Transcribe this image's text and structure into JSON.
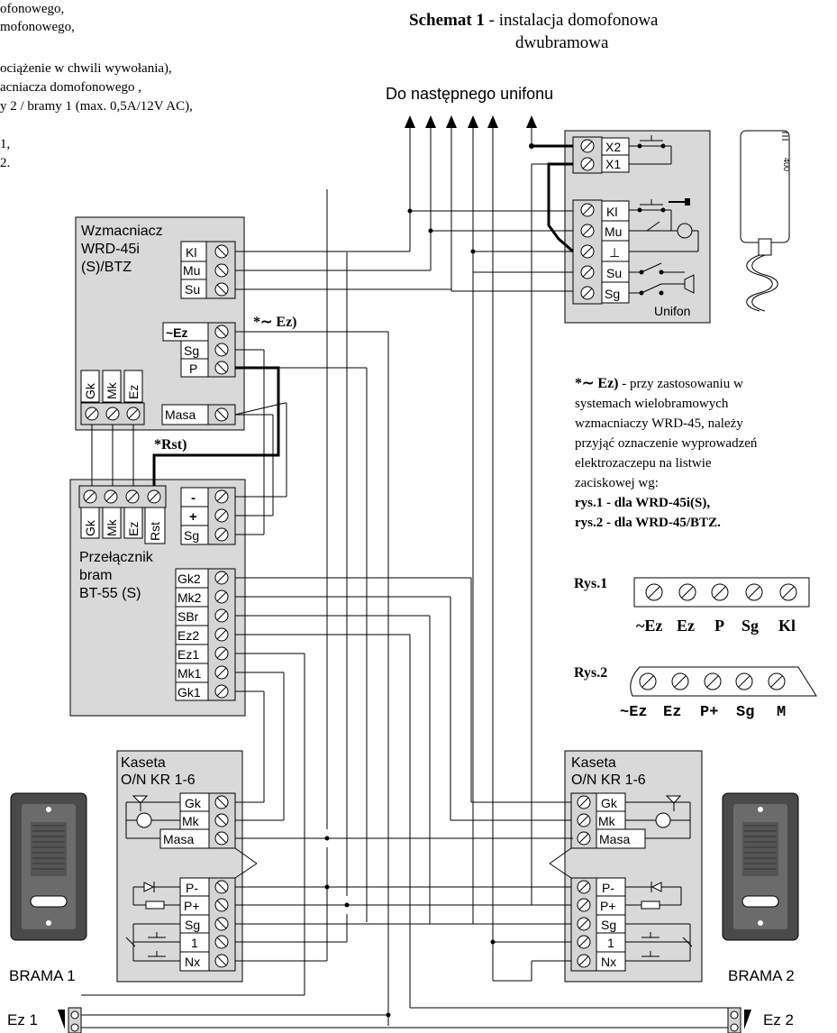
{
  "top_left_text": [
    "ofonowego,",
    "mofonowego,",
    "ociążenie w chwili wywołania),",
    "acniacza domofonowego ,",
    "y 2 / bramy 1 (max. 0,5A/12V AC),",
    "1,",
    "2."
  ],
  "title": {
    "bold": "Schemat 1",
    "rest": " - instalacja domofonowa",
    "line2": "dwubramowa"
  },
  "next_unifon": "Do następnego unifonu",
  "unifon": {
    "name": "Unifon",
    "top_terminals": [
      "X2",
      "X1"
    ],
    "terminals": [
      "Kl",
      "Mu",
      "⊥",
      "Su",
      "Sg"
    ]
  },
  "amplifier": {
    "name_lines": [
      "Wzmacniacz",
      "WRD-45i",
      "(S)/BTZ"
    ],
    "right_terminals_top": [
      "Kl",
      "Mu",
      "Su"
    ],
    "right_terminals_mid": [
      "~Ez",
      "Sg",
      "P"
    ],
    "masa": "Masa",
    "bottom_terminals": [
      "Gk",
      "Mk",
      "Ez"
    ]
  },
  "notes": {
    "ez": "*∼ Ez)",
    "rst": "*Rst)"
  },
  "switch": {
    "name_lines": [
      "Przełącznik",
      "bram",
      "BT-55 (S)"
    ],
    "top_terminals": [
      "Gk",
      "Mk",
      "Ez",
      "Rst"
    ],
    "power_terminals": [
      "-",
      "+",
      "Sg"
    ],
    "gate_terminals": [
      "Gk2",
      "Mk2",
      "SBr",
      "Ez2",
      "Ez1",
      "Mk1",
      "Gk1"
    ]
  },
  "footnote": {
    "prefix": "*∼ Ez)",
    "lines": [
      " - przy zastosowaniu w",
      "systemach  wielobramowych",
      "wzmacniaczy WRD-45, należy",
      "przyjąć oznaczenie wyprowadzeń",
      "elektrozaczepu na listwie",
      "zaciskowej wg:"
    ],
    "bold_lines": [
      "rys.1 - dla WRD-45i(S),",
      "rys.2 - dla WRD-45/BTZ."
    ]
  },
  "rys1": {
    "label": "Rys.1",
    "terminals": [
      "~Ez",
      "Ez",
      "P",
      "Sg",
      "Kl"
    ]
  },
  "rys2": {
    "label": "Rys.2",
    "terminals": [
      "~Ez",
      "Ez",
      "P+",
      "Sg",
      "M"
    ]
  },
  "kaseta_left": {
    "name_lines": [
      "Kaseta",
      "O/N KR 1-6"
    ],
    "terminals_top": [
      "Gk",
      "Mk",
      "Masa"
    ],
    "terminals_bottom": [
      "P-",
      "P+",
      "Sg",
      "1",
      "Nx"
    ]
  },
  "kaseta_right": {
    "name_lines": [
      "Kaseta",
      "O/N KR 1-6"
    ],
    "terminals_top": [
      "Gk",
      "Mk",
      "Masa"
    ],
    "terminals_bottom": [
      "P-",
      "P+",
      "Sg",
      "1",
      "Nx"
    ]
  },
  "gates": {
    "left": "BRAMA 1",
    "right": "BRAMA 2",
    "ez_left": "Ez 1",
    "ez_right": "Ez 2"
  }
}
